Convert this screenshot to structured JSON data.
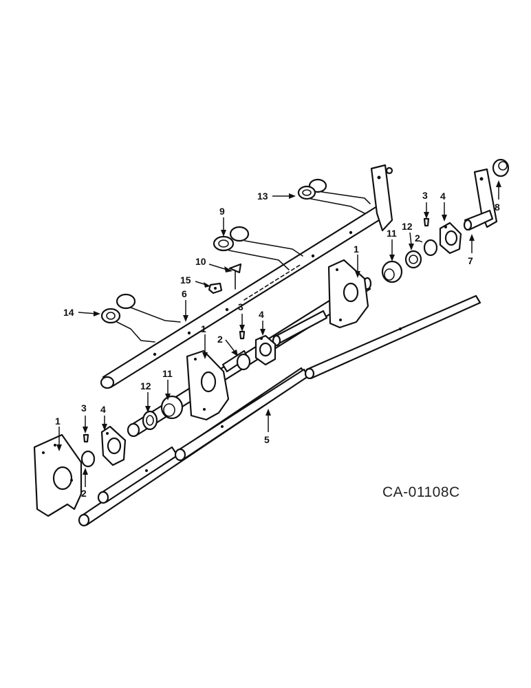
{
  "diagram": {
    "drawing_code": "CA-01108C",
    "callouts": [
      "1",
      "1",
      "1",
      "2",
      "2",
      "2",
      "3",
      "3",
      "3",
      "4",
      "4",
      "4",
      "5",
      "6",
      "7",
      "8",
      "9",
      "10",
      "11",
      "11",
      "12",
      "12",
      "13",
      "14",
      "15"
    ]
  }
}
